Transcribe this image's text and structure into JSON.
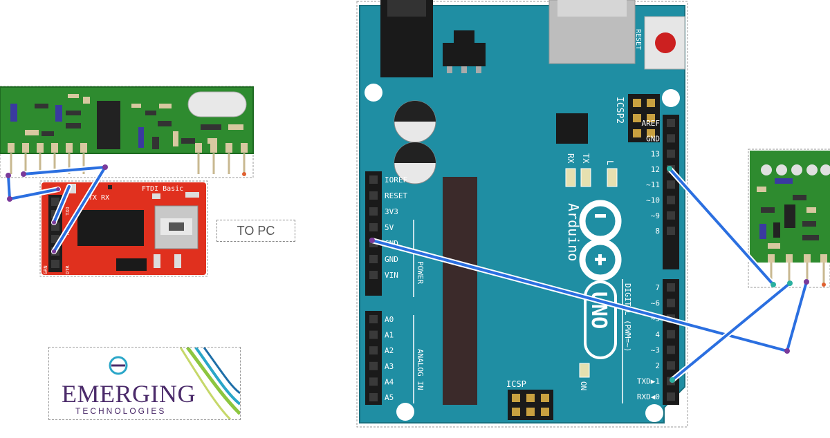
{
  "colors": {
    "arduino_board": "#1f8ea3",
    "rx_module_pcb": "#2b8a2d",
    "ftdi_board": "#e0301e",
    "wire": "#2b6fe0",
    "header": "#1e1e1e",
    "logo_text": "#4b2b6a"
  },
  "pc_label": "TO PC",
  "logo": {
    "name": "EMERGING",
    "sub": "TECHNOLOGIES"
  },
  "ftdi": {
    "title": "FTDI Basic",
    "tx_rx": "TX RX",
    "side_labels": [
      "GRN",
      "DTR",
      "RXI",
      "TXO"
    ]
  },
  "arduino": {
    "brand": "Arduino",
    "model": "UNO",
    "reset_label": "RESET",
    "icsp2_label": "ICSP2",
    "icsp_label": "ICSP",
    "led_l": "L",
    "led_tx": "TX",
    "led_rx": "RX",
    "on_label": "ON",
    "power_section": "POWER",
    "analog_section": "ANALOG IN",
    "digital_section": "DIGITAL (PWM=~)",
    "power_pins": [
      "IOREF",
      "RESET",
      "3V3",
      "5V",
      "GND",
      "GND",
      "VIN"
    ],
    "analog_pins": [
      "A0",
      "A1",
      "A2",
      "A3",
      "A4",
      "A5"
    ],
    "digital_upper": [
      "AREF",
      "GND",
      "13",
      "12",
      "~11",
      "~10",
      "~9",
      "8"
    ],
    "digital_lower": [
      "7",
      "~6",
      "~5",
      "4",
      "~3",
      "2",
      "TXD▶1",
      "RXD◀0"
    ]
  }
}
